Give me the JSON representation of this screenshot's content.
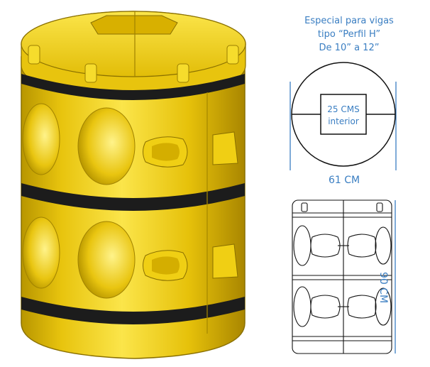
{
  "caption": {
    "line1": "Especial para vigas",
    "line2": "tipo “Perfil H”",
    "line3": "De 10” a 12”"
  },
  "inner_box": {
    "line1": "25 CMS",
    "line2": "interior"
  },
  "dimensions": {
    "width": "61 CM",
    "height": "90 CM"
  },
  "colors": {
    "product_yellow": "#f2d21a",
    "band_black": "#1c1c1c",
    "annotation_blue": "#3a7ec2"
  }
}
